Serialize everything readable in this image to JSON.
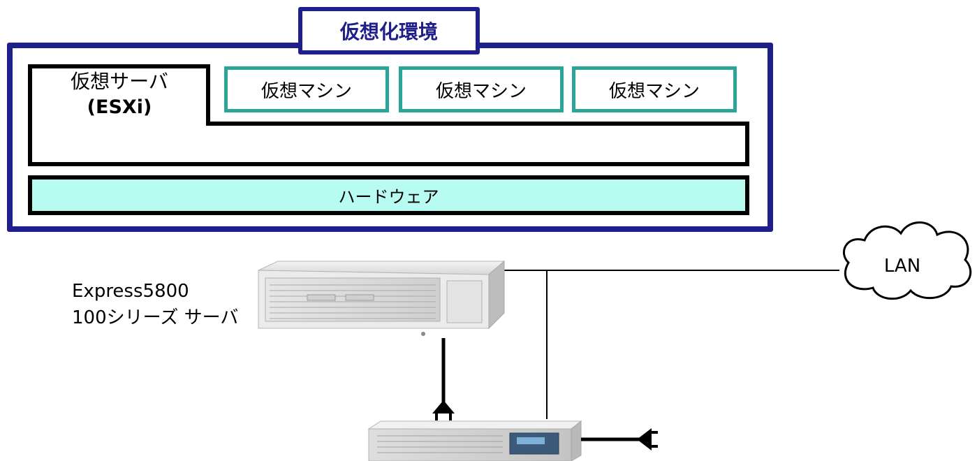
{
  "environment": {
    "title": "仮想化環境"
  },
  "hypervisor": {
    "name": "仮想サーバ",
    "sub": "(ESXi)"
  },
  "virtual_machines": [
    "仮想マシン",
    "仮想マシン",
    "仮想マシン"
  ],
  "hardware": {
    "label": "ハードウェア"
  },
  "server": {
    "line1": "Express5800",
    "line2": "100シリーズ サーバ"
  },
  "network": {
    "label": "LAN"
  },
  "colors": {
    "frame": "#1e1e8c",
    "vm_border": "#2aa598",
    "hardware_fill": "#b8fbf0"
  }
}
